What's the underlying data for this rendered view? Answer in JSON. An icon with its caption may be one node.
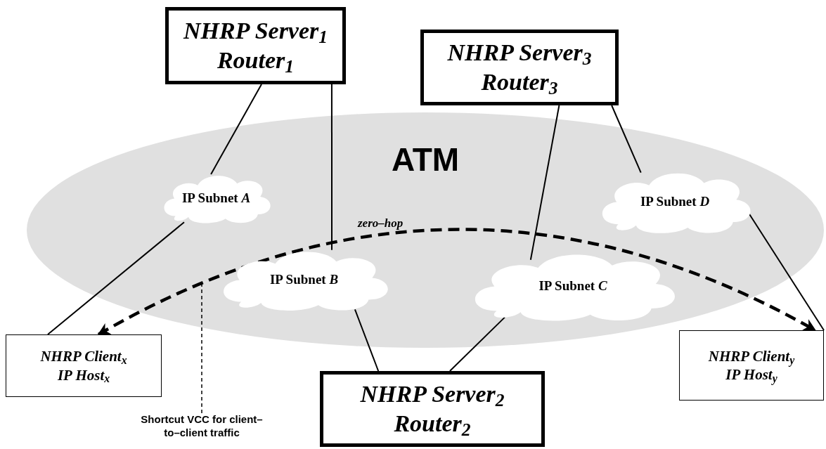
{
  "diagram": {
    "nodes": [
      {
        "text": [
          "ATM"
        ]
      },
      {
        "text": [
          "NHRP Server$_{1}$",
          "Router$_{1}$"
        ]
      },
      {
        "text": [
          "NHRP Server$_{3}$",
          "Router$_{3}$"
        ]
      },
      {
        "text": [
          "IP Subnet *A*"
        ],
        "in": 0
      },
      {
        "text": [
          "IP Subnet *D*"
        ],
        "in": 0
      },
      {
        "text": [
          "IP Subnet *B*"
        ],
        "in": 0
      },
      {
        "text": [
          "IP Subnet *C*"
        ],
        "in": 0
      },
      {
        "text": [
          "NHRP Client$_{x}$",
          "IP Host$_{x}$"
        ]
      },
      {
        "text": [
          "NHRP Client$_{y}$",
          "IP Host$_{y}$"
        ]
      },
      {
        "text": [
          "NHRP Server$_{2}$",
          "Router$_{2}$"
        ]
      },
      {
        "text": [
          "Shortcut VCC for client–to–client traffic"
        ]
      }
    ],
    "edges": [
      {
        "from": 1,
        "to": 3,
        "arrow": "none"
      },
      {
        "from": 1,
        "to": 5,
        "arrow": "none"
      },
      {
        "from": 2,
        "to": 6,
        "arrow": "none"
      },
      {
        "from": 2,
        "to": 4,
        "arrow": "none"
      },
      {
        "from": 3,
        "to": 7,
        "arrow": "none"
      },
      {
        "from": 4,
        "to": 8,
        "arrow": "none"
      },
      {
        "from": 5,
        "to": 9,
        "arrow": "none"
      },
      {
        "from": 6,
        "to": 9,
        "arrow": "none"
      },
      {
        "from": 7,
        "to": 8,
        "arrow": "both",
        "style": "dashed",
        "label": "zero–hop"
      },
      {
        "from": 10,
        "to": null,
        "arrow": "none",
        "style": "dashed"
      }
    ]
  }
}
